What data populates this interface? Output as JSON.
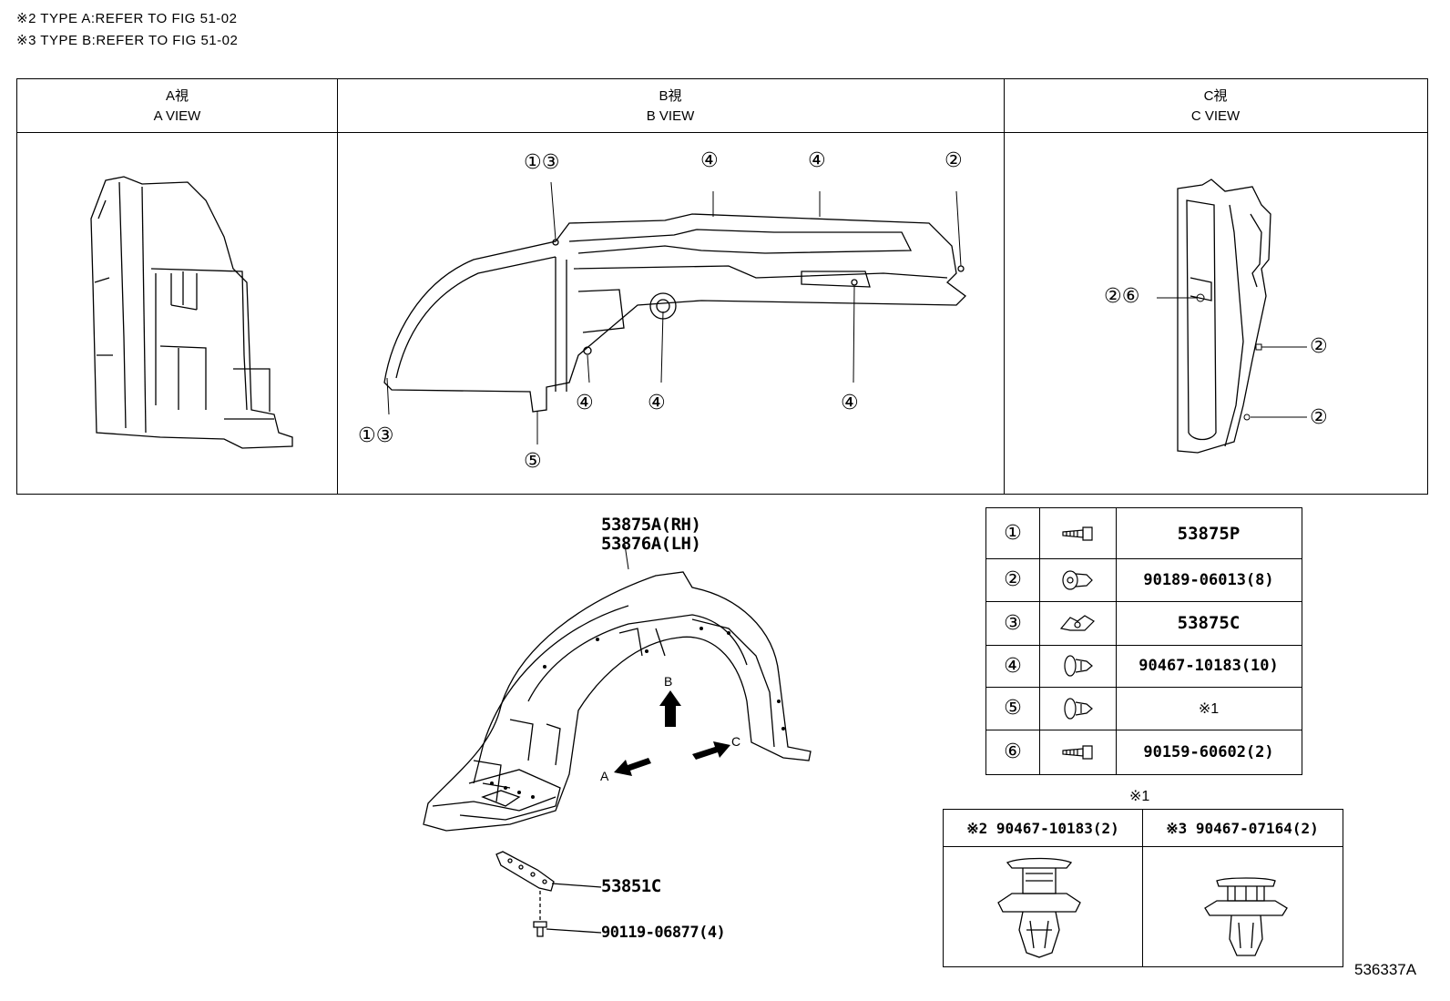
{
  "notes": [
    "※2 TYPE A:REFER TO FIG 51-02",
    "※3 TYPE B:REFER TO FIG 51-02"
  ],
  "views": [
    {
      "jp": "A視",
      "en": "A VIEW"
    },
    {
      "jp": "B視",
      "en": "B VIEW"
    },
    {
      "jp": "C視",
      "en": "C VIEW"
    }
  ],
  "b_view_callouts": [
    "①③",
    "④",
    "④",
    "②",
    "①③",
    "⑤",
    "④",
    "④",
    "④"
  ],
  "c_view_callouts": [
    "②⑥",
    "②",
    "②"
  ],
  "main_parts": {
    "liner_rh": "53875A(RH)",
    "liner_lh": "53876A(LH)",
    "bracket": "53851C",
    "bolt": "90119-06877(4)"
  },
  "arrows": {
    "a": "A",
    "b": "B",
    "c": "C"
  },
  "fastener_table": [
    {
      "num": "①",
      "icon": "screw-icon",
      "part": "53875P"
    },
    {
      "num": "②",
      "icon": "nut-icon",
      "part": "90189-06013(8)"
    },
    {
      "num": "③",
      "icon": "clip-nut-icon",
      "part": "53875C"
    },
    {
      "num": "④",
      "icon": "push-clip-icon",
      "part": "90467-10183(10)"
    },
    {
      "num": "⑤",
      "icon": "push-clip-icon",
      "part": "※1"
    },
    {
      "num": "⑥",
      "icon": "screw-icon",
      "part": "90159-60602(2)"
    }
  ],
  "clip_note": {
    "title": "※1",
    "type_a": "※2 90467-10183(2)",
    "type_b": "※3 90467-07164(2)"
  },
  "figure_id": "536337A"
}
